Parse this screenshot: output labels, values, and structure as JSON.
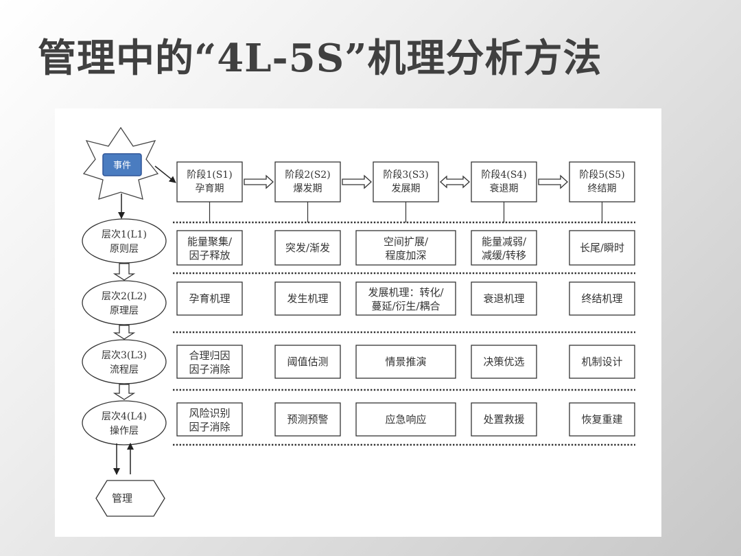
{
  "title": {
    "prefix": "管理中的",
    "open_quote": "“",
    "code": "4L-5S",
    "close_quote": "”",
    "suffix": "机理分析方法"
  },
  "event": "事件",
  "management": "管理",
  "stages": [
    {
      "line1": "阶段1(S1)",
      "line2": "孕育期"
    },
    {
      "line1": "阶段2(S2)",
      "line2": "爆发期"
    },
    {
      "line1": "阶段3(S3)",
      "line2": "发展期"
    },
    {
      "line1": "阶段4(S4)",
      "line2": "衰退期"
    },
    {
      "line1": "阶段5(S5)",
      "line2": "终结期"
    }
  ],
  "levels": [
    {
      "line1": "层次1(L1)",
      "line2": "原则层"
    },
    {
      "line1": "层次2(L2)",
      "line2": "原理层"
    },
    {
      "line1": "层次3(L3)",
      "line2": "流程层"
    },
    {
      "line1": "层次4(L4)",
      "line2": "操作层"
    }
  ],
  "cells": [
    [
      [
        "能量聚集/",
        "因子释放"
      ],
      [
        "突发/渐发"
      ],
      [
        "空间扩展/",
        "程度加深"
      ],
      [
        "能量减弱/",
        "减缓/转移"
      ],
      [
        "长尾/瞬时"
      ]
    ],
    [
      [
        "孕育机理"
      ],
      [
        "发生机理"
      ],
      [
        "发展机理：转化/",
        "蔓延/衍生/耦合"
      ],
      [
        "衰退机理"
      ],
      [
        "终结机理"
      ]
    ],
    [
      [
        "合理归因",
        "因子消除"
      ],
      [
        "阈值估测"
      ],
      [
        "情景推演"
      ],
      [
        "决策优选"
      ],
      [
        "机制设计"
      ]
    ],
    [
      [
        "风险识别",
        "因子消除"
      ],
      [
        "预测预警"
      ],
      [
        "应急响应"
      ],
      [
        "处置救援"
      ],
      [
        "恢复重建"
      ]
    ]
  ],
  "colors": {
    "event_fill": "#4a7cc0",
    "event_stroke": "#2f5597",
    "line": "#333333",
    "title_text": "#404040"
  }
}
